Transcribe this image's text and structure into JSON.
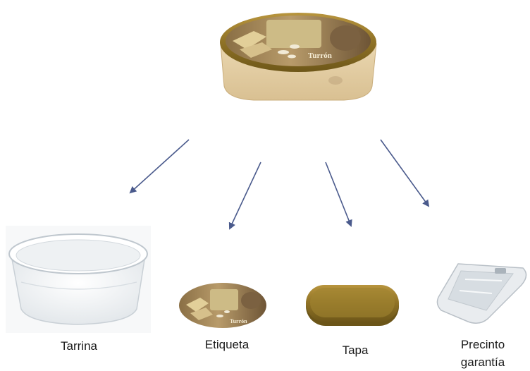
{
  "product": {
    "brand_label": "Turrón",
    "colors": {
      "gold": "#9a7a2e",
      "cream": "#e7d2ab",
      "label_brown": "#6b5233",
      "arrow": "#4a5a8c"
    }
  },
  "components": [
    {
      "id": "tarrina",
      "label": "Tarrina",
      "icon": "transparent-tub"
    },
    {
      "id": "etiqueta",
      "label": "Etiqueta",
      "icon": "label"
    },
    {
      "id": "tapa",
      "label": "Tapa",
      "icon": "gold-lid"
    },
    {
      "id": "precinto",
      "label_line1": "Precinto",
      "label_line2": "garantía",
      "icon": "plastic-seal"
    }
  ],
  "label_mini_brand": "Turrón"
}
